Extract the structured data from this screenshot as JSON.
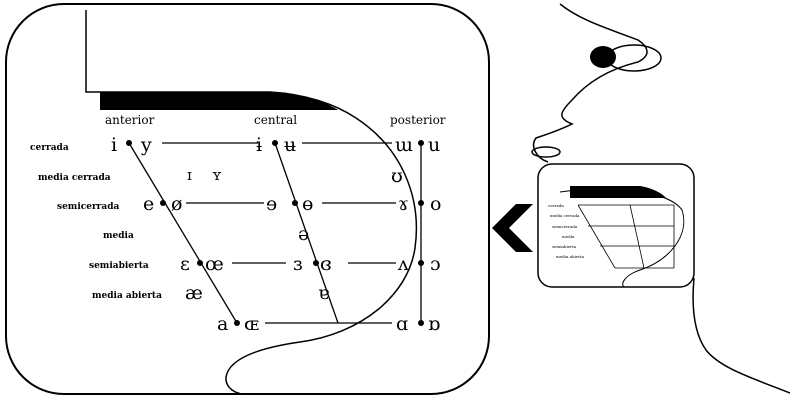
{
  "columns": {
    "anterior": "anterior",
    "central": "central",
    "posterior": "posterior"
  },
  "rows": {
    "cerrada": "cerrada",
    "media_cerrada": "media cerrada",
    "semicerrada": "semicerrada",
    "media": "media",
    "semiabierta": "semiabierta",
    "media_abierta": "media abierta"
  },
  "vowels": {
    "close_front_unrounded": "i",
    "close_front_rounded": "y",
    "close_central_unrounded": "ɨ",
    "close_central_rounded": "ʉ",
    "close_back_unrounded": "ɯ",
    "close_back_rounded": "u",
    "near_close_front_unrounded": "ɪ",
    "near_close_front_rounded": "ʏ",
    "near_close_back_rounded": "ʊ",
    "close_mid_front_unrounded": "e",
    "close_mid_front_rounded": "ø",
    "close_mid_central_unrounded": "ɘ",
    "close_mid_central_rounded": "ɵ",
    "close_mid_back_unrounded": "ɤ",
    "close_mid_back_rounded": "o",
    "mid_central": "ə",
    "open_mid_front_unrounded": "ɛ",
    "open_mid_front_rounded": "œ",
    "open_mid_central_unrounded": "ɜ",
    "open_mid_central_rounded": "ɞ",
    "open_mid_back_unrounded": "ʌ",
    "open_mid_back_rounded": "ɔ",
    "near_open_front": "æ",
    "near_open_central": "ɐ",
    "open_front_unrounded": "a",
    "open_front_rounded": "ɶ",
    "open_back_unrounded": "ɑ",
    "open_back_rounded": "ɒ"
  },
  "icons": {
    "zoom_arrow": "chevron-left-icon"
  }
}
